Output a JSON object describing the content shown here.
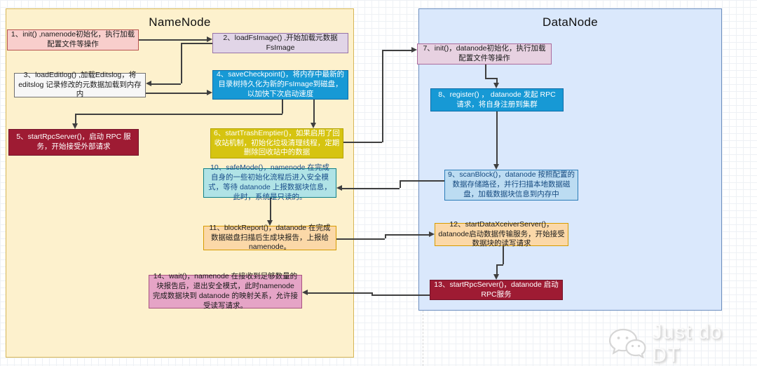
{
  "diagram": {
    "containers": [
      {
        "title": "NameNode",
        "fill": "#fdf1cd",
        "stroke": "#d6b656"
      },
      {
        "title": "DataNode",
        "fill": "#dae8fc",
        "stroke": "#6c8ebf"
      }
    ],
    "nodes": [
      {
        "id": 1,
        "text": "1、init() ,namenode初始化，执行加载配置文件等操作",
        "fill": "#f8cecc",
        "stroke": "#b85450",
        "font_color": "#1a1a1a"
      },
      {
        "id": 2,
        "text": "2、loadFsImage() ,开始加载元数据 FsImage",
        "fill": "#e1d5e7",
        "stroke": "#9673a6",
        "font_color": "#1a1a1a"
      },
      {
        "id": 3,
        "text": "3、loadEditlog() ,加载Editslog，将 editslog 记录修改的元数据加载到内存内",
        "fill": "#f7f7f7",
        "stroke": "#707070",
        "font_color": "#1a1a1a"
      },
      {
        "id": 4,
        "text": "4、saveCheckpoint()，将内存中最新的目录树持久化为新的FsImage到磁盘，以加快下次启动速度",
        "fill": "#1799d5",
        "stroke": "#0d6ca8",
        "font_color": "#ffffff"
      },
      {
        "id": 5,
        "text": "5、startRpcServer()，启动 RPC 服务，开始接受外部请求",
        "fill": "#9e1b33",
        "stroke": "#73142a",
        "font_color": "#ffffff"
      },
      {
        "id": 6,
        "text": "6、startTrashEmptier()，如果启用了回收站机制，初始化垃圾清理线程，定期删除回收站中的数据",
        "fill": "#d6c410",
        "stroke": "#b3a302",
        "font_color": "#ffffff"
      },
      {
        "id": 7,
        "text": "7、init()，datanode初始化，执行加载配置文件等操作",
        "fill": "#e7d1e1",
        "stroke": "#aa6b9d",
        "font_color": "#1a1a1a"
      },
      {
        "id": 8,
        "text": "8、register() ， datanode 发起 RPC 请求，将自身注册到集群",
        "fill": "#1799d5",
        "stroke": "#0d6ca8",
        "font_color": "#ffffff"
      },
      {
        "id": 9,
        "text": "9、scanBlock()，datanode 按照配置的数据存储路径，并行扫描本地数据磁盘，加载数据块信息到内存中",
        "fill": "#bcdcf2",
        "stroke": "#2b7cb8",
        "font_color": "#15497f"
      },
      {
        "id": 10,
        "text": "10、safeMode()，namenode 在完成自身的一些初始化流程后进入安全模式，等待 datanode 上报数据块信息，此时，系统是只读的。",
        "fill": "#b0e3e6",
        "stroke": "#0e8088",
        "font_color": "#1a4e8a"
      },
      {
        "id": 11,
        "text": "11、blockReport()，datanode 在完成数据磁盘扫描后生成块报告，上报给 namenode。",
        "fill": "#fbd8a8",
        "stroke": "#d79b00",
        "font_color": "#1a1a1a"
      },
      {
        "id": 12,
        "text": "12、startDataXceiverServer()，datanode启动数据传输服务，开始接受数据块的读写请求",
        "fill": "#fbd8a8",
        "stroke": "#d79b00",
        "font_color": "#1a1a1a"
      },
      {
        "id": 13,
        "text": "13、startRpcServer()，datanode 启动 RPC服务",
        "fill": "#9e1b33",
        "stroke": "#73142a",
        "font_color": "#ffffff"
      },
      {
        "id": 14,
        "text": "14、wait()，namenode 在接收到足够数量的块报告后，退出安全模式，此时namenode 完成数据块到 datanode 的映射关系，允许接受读写请求。",
        "fill": "#e5a4c6",
        "stroke": "#a8547f",
        "font_color": "#1a1a1a"
      }
    ],
    "edges": [
      {
        "from": 1,
        "to": 2
      },
      {
        "from": 2,
        "to": 3
      },
      {
        "from": 3,
        "to": 4
      },
      {
        "from": 4,
        "to": 5
      },
      {
        "from": 4,
        "to": 6
      },
      {
        "from": 6,
        "to": 7
      },
      {
        "from": 7,
        "to": 8
      },
      {
        "from": 8,
        "to": 9
      },
      {
        "from": 9,
        "to": 10
      },
      {
        "from": 10,
        "to": 11
      },
      {
        "from": 11,
        "to": 12
      },
      {
        "from": 12,
        "to": 13
      },
      {
        "from": 13,
        "to": 14
      }
    ],
    "watermark": {
      "text": "Just do DT",
      "icon": "wechat-icon",
      "color": "#e2e2e2"
    }
  }
}
